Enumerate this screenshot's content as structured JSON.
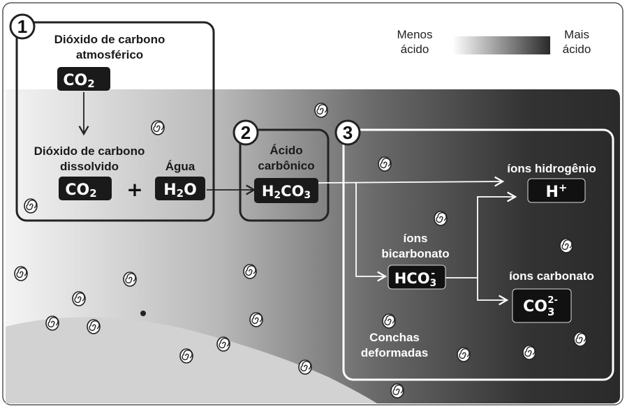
{
  "legend": {
    "less_acidic": [
      "Menos",
      "ácido"
    ],
    "more_acidic": [
      "Mais",
      "ácido"
    ]
  },
  "box1": {
    "number": "1",
    "title": [
      "Dióxido de carbono",
      "atmosférico"
    ],
    "formula_atm": "CO",
    "formula_atm_sub": "2",
    "dissolved_label": [
      "Dióxido de carbono",
      "dissolvido"
    ],
    "formula_diss": "CO",
    "formula_diss_sub": "2",
    "plus": "+",
    "water_label": "Água",
    "formula_water_a": "H",
    "formula_water_sub": "2",
    "formula_water_b": "O"
  },
  "box2": {
    "number": "2",
    "title": [
      "Ácido",
      "carbônico"
    ],
    "formula_a": "H",
    "formula_sub1": "2",
    "formula_b": "CO",
    "formula_sub2": "3"
  },
  "box3": {
    "number": "3",
    "hydrogen_label": "íons hidrogênio",
    "hydrogen_formula": "H",
    "hydrogen_sup": "+",
    "bicarbonate_label": [
      "íons",
      "bicarbonato"
    ],
    "bicarbonate_formula": "HCO",
    "bicarbonate_sub": "3",
    "bicarbonate_sup": "-",
    "carbonate_label": "íons carbonato",
    "carbonate_formula": "CO",
    "carbonate_sub": "3",
    "carbonate_sup": "2-",
    "shells_label": [
      "Conchas",
      "deformadas"
    ]
  }
}
